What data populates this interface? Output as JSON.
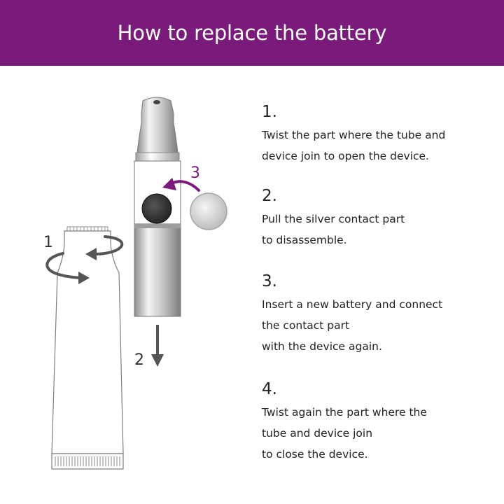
{
  "header": {
    "title": "How to replace the battery"
  },
  "colors": {
    "header_bg": "#7a1a7b",
    "accent": "#7a1a7b",
    "arrow_gray": "#555555"
  },
  "illustration": {
    "label_1": "1",
    "label_2": "2",
    "label_3": "3"
  },
  "steps": [
    {
      "number": "1.",
      "lines": [
        "Twist the part where the tube and",
        "device join to open the device."
      ]
    },
    {
      "number": "2.",
      "lines": [
        "Pull the silver contact part",
        "to disassemble."
      ]
    },
    {
      "number": "3.",
      "lines": [
        "Insert a new battery and connect",
        "the contact part",
        "with the device again."
      ]
    },
    {
      "number": "4.",
      "lines": [
        "Twist again the part where the",
        "tube and device join",
        "to close the device."
      ]
    }
  ]
}
